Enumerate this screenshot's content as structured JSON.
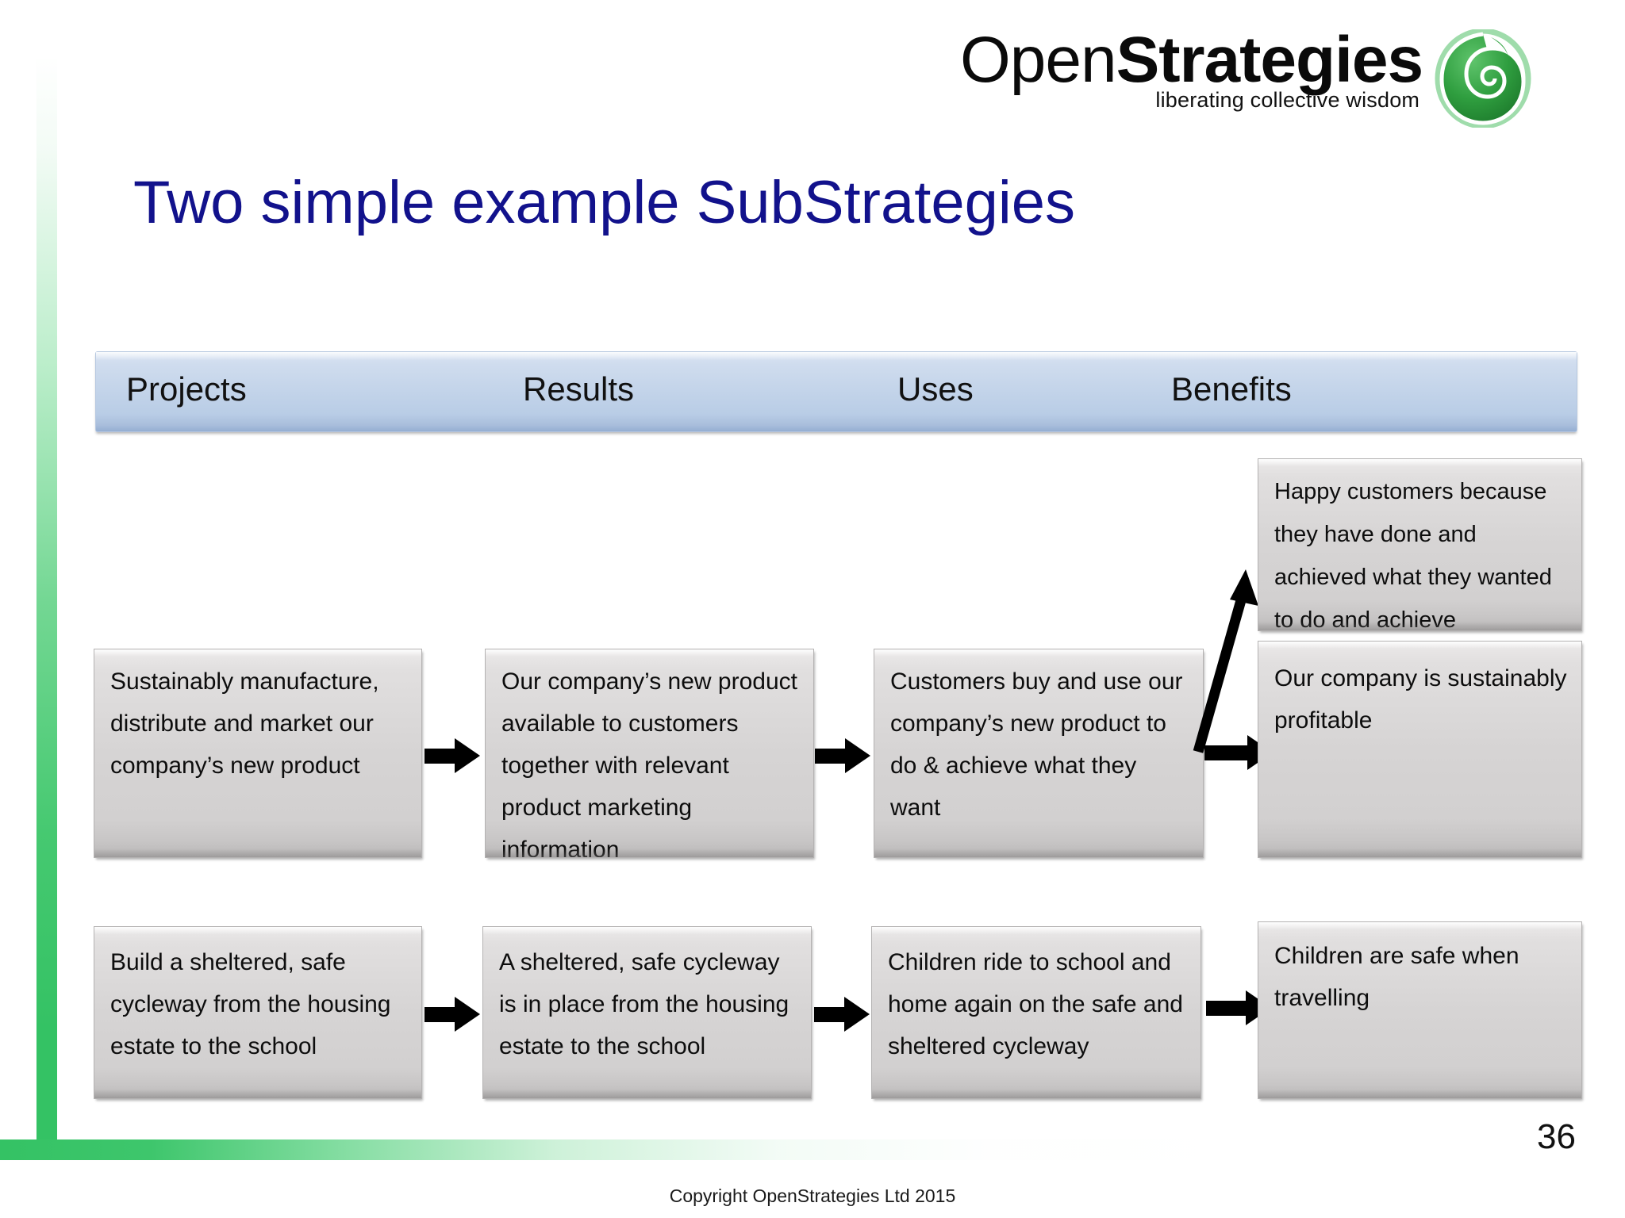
{
  "brand": {
    "logo_word_light": "Open",
    "logo_word_bold": "Strategies",
    "logo_tagline": "liberating collective wisdom",
    "logo_mark_color": "#2e9e3e",
    "logo_mark_name": "spiral-shell-icon"
  },
  "slide": {
    "title": "Two simple example SubStrategies",
    "title_color": "#12128c",
    "page_number": "36",
    "copyright": "Copyright OpenStrategies Ltd 2015",
    "accent_green": "#34c264"
  },
  "header_band": {
    "columns": [
      {
        "label": "Projects"
      },
      {
        "label": "Results"
      },
      {
        "label": "Uses"
      },
      {
        "label": "Benefits"
      }
    ]
  },
  "boxes": [
    {
      "id": "p1",
      "text": "Sustainably manufacture, distribute and market our company’s new product"
    },
    {
      "id": "r1",
      "text": "Our company’s new product available to customers together with relevant product marketing information"
    },
    {
      "id": "u1",
      "text": "Customers buy and use our company’s new product to do & achieve what they want"
    },
    {
      "id": "b1a",
      "text": "Happy customers because they have done and achieved what they wanted to do and achieve"
    },
    {
      "id": "b1b",
      "text": "Our company is sustainably profitable"
    },
    {
      "id": "p2",
      "text": "Build a sheltered, safe cycleway from the housing estate to the school"
    },
    {
      "id": "r2",
      "text": "A sheltered, safe cycleway is in place from the housing estate to the school"
    },
    {
      "id": "u2",
      "text": "Children ride to school and home again on the safe and sheltered cycleway"
    },
    {
      "id": "b2",
      "text": "Children are safe when travelling"
    }
  ]
}
